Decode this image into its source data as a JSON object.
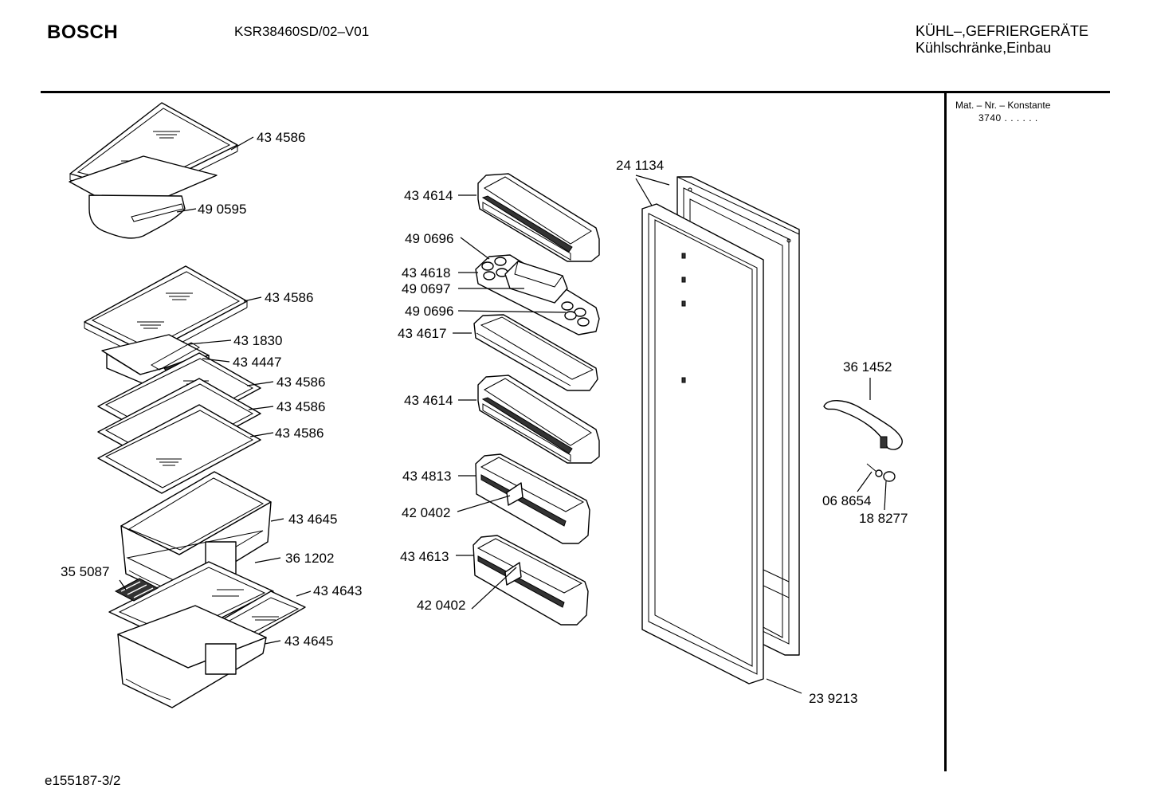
{
  "header": {
    "brand": "BOSCH",
    "model": "KSR38460SD/02–V01",
    "category_line1": "KÜHL–,GEFRIERGERÄTE",
    "category_line2": "Kühlschränke,Einbau"
  },
  "sidebar": {
    "mat_label": "Mat. – Nr. – Konstante",
    "mat_value": "3740  .  .  .  .  .  ."
  },
  "footer": {
    "drawing_id": "e155187-3/2"
  },
  "parts": [
    "43 4586",
    "49 0595",
    "43 4586",
    "43 1830",
    "43 4447",
    "43 4586",
    "43 4586",
    "43 4586",
    "43 4645",
    "36 1202",
    "35 5087",
    "43 4643",
    "43 4645",
    "43 4614",
    "49 0696",
    "43 4618",
    "49 0697",
    "49 0696",
    "43 4617",
    "43 4614",
    "43 4813",
    "42 0402",
    "43 4613",
    "42 0402",
    "24 1134",
    "36 1452",
    "06 8654",
    "18 8277",
    "23 9213"
  ]
}
